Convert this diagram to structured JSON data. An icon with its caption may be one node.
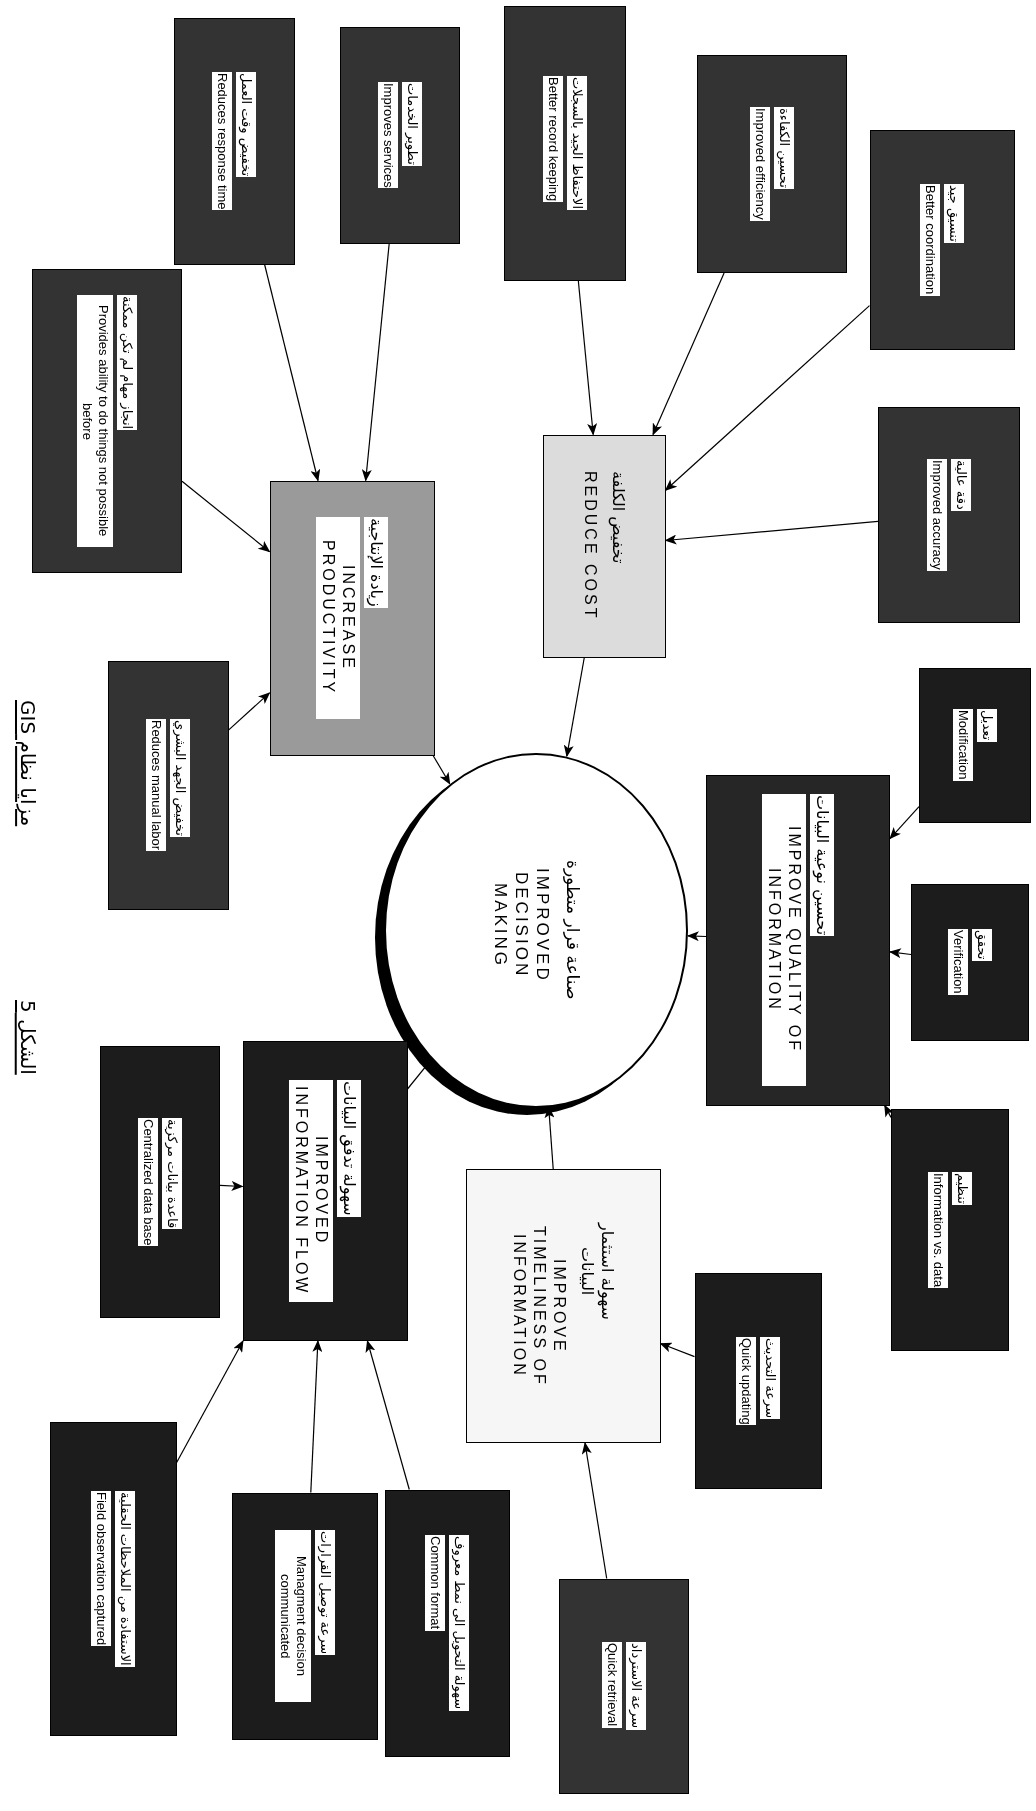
{
  "diagram": {
    "caption": "مزايا نظام GIS",
    "nodes": [
      {
        "text": [
          "تخفيض وقت العمل",
          "Reduces response time"
        ]
      },
      {
        "text": [
          "تطوير الخدمات",
          "Improves services"
        ]
      },
      {
        "text": [
          "الاحتفاظ الجيد بالسجلات",
          "Better record keeping"
        ]
      },
      {
        "text": [
          "تحسين الكفاءة",
          "Improved efficiency"
        ]
      },
      {
        "text": [
          "تنسيق جيد",
          "Better coordination"
        ]
      },
      {
        "text": [
          "انجاز مهام لم تكن ممكنة",
          "Provides ability to do things not possible before"
        ]
      },
      {
        "text": [
          "زيادة الإنتاجية",
          "INCREASE PRODUCTIVITY"
        ]
      },
      {
        "text": [
          "تخفيض الكلفة",
          "REDUCE COST"
        ]
      },
      {
        "text": [
          "دقة عالية",
          "Improved accuracy"
        ]
      },
      {
        "text": [
          "تخفيض الجهد البشري",
          "Reduces manual labor"
        ]
      },
      {
        "text": [
          "صناعة قرار متطورة",
          "IMPROVED DECISION MAKING"
        ]
      },
      {
        "text": [
          "تعديل",
          "Modification"
        ]
      },
      {
        "text": [
          "تحسين نوعية البيانات",
          "IMPROVE QUALITY OF INFORMATION"
        ]
      },
      {
        "text": [
          "تحقق",
          "Verification"
        ]
      },
      {
        "text": [
          "تنظيم",
          "Information vs. data"
        ]
      },
      {
        "text": [
          "قاعدة بيانات مركزية",
          "Centralized data base"
        ]
      },
      {
        "text": [
          "سهولة تدفق البيانات",
          "IMPROVED INFORMATION FLOW"
        ]
      },
      {
        "text": [
          "سهولة استثمار البيانات",
          "IMPROVE TIMELINESS OF INFORMATION"
        ]
      },
      {
        "text": [
          "سرعة التحديث",
          "Quick updating"
        ]
      },
      {
        "text": [
          "الاستفادة من الملاحظات الحقلية",
          "Field observation captured"
        ]
      },
      {
        "text": [
          "سرعة توصيل القرارات",
          "Managment decision communicated"
        ]
      },
      {
        "text": [
          "سهولة التحويل الى نمط معروف",
          "Common format"
        ]
      },
      {
        "text": [
          "سرعة الاسترداد",
          "Quick retrieval"
        ]
      }
    ],
    "edges": [
      {
        "from": 0,
        "to": 6,
        "arrow": "to"
      },
      {
        "from": 1,
        "to": 6,
        "arrow": "to"
      },
      {
        "from": 5,
        "to": 6,
        "arrow": "to"
      },
      {
        "from": 9,
        "to": 6,
        "arrow": "to"
      },
      {
        "from": 2,
        "to": 7,
        "arrow": "to"
      },
      {
        "from": 3,
        "to": 7,
        "arrow": "to"
      },
      {
        "from": 4,
        "to": 7,
        "arrow": "to"
      },
      {
        "from": 8,
        "to": 7,
        "arrow": "to"
      },
      {
        "from": 7,
        "to": 10,
        "arrow": "to"
      },
      {
        "from": 6,
        "to": 10,
        "arrow": "to"
      },
      {
        "from": 11,
        "to": 12,
        "arrow": "to"
      },
      {
        "from": 13,
        "to": 12,
        "arrow": "to"
      },
      {
        "from": 14,
        "to": 12,
        "arrow": "to"
      },
      {
        "from": 12,
        "to": 10,
        "arrow": "to"
      },
      {
        "from": 17,
        "to": 10,
        "arrow": "to"
      },
      {
        "from": 16,
        "to": 10,
        "arrow": "none"
      },
      {
        "from": 15,
        "to": 16,
        "arrow": "to"
      },
      {
        "from": 19,
        "to": 16,
        "arrow": "to"
      },
      {
        "from": 20,
        "to": 16,
        "arrow": "to"
      },
      {
        "from": 21,
        "to": 16,
        "arrow": "to"
      },
      {
        "from": 18,
        "to": 17,
        "arrow": "to"
      },
      {
        "from": 22,
        "to": 17,
        "arrow": "to"
      }
    ],
    "labels": [
      "الشكل 5"
    ]
  }
}
